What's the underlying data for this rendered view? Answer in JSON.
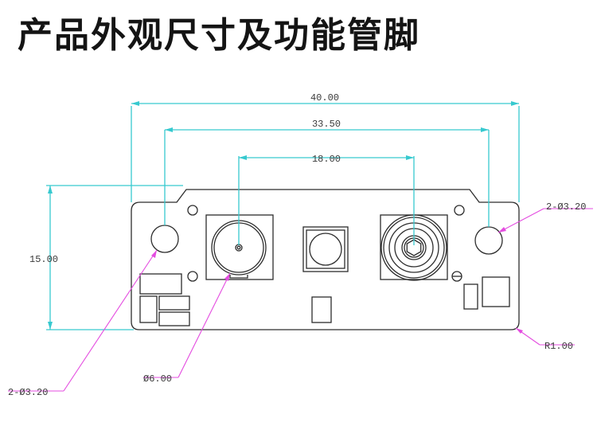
{
  "title": "产品外观尺寸及功能管脚",
  "dimensions": {
    "total_width": "40.00",
    "hole_spacing": "33.50",
    "lens_spacing": "18.00",
    "height": "15.00",
    "hole_right": "2-Ø3.20",
    "hole_left": "2-Ø3.20",
    "lens_diameter": "Ø6.00",
    "corner_radius": "R1.00"
  },
  "colors": {
    "dimension_lines": "#37c9cf",
    "leader_lines": "#e44ce0",
    "outline": "#2c2c2c"
  }
}
